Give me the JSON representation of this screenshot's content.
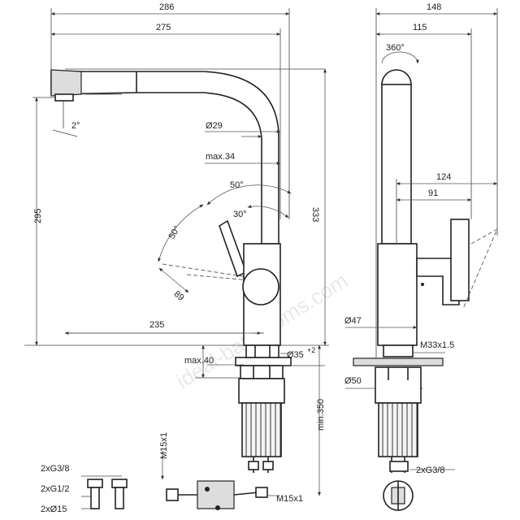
{
  "watermark": "ideal-bathrooms.com",
  "front": {
    "dims": {
      "w286": "286",
      "w275": "275",
      "d29": "Ø29",
      "max34": "max.34",
      "a2": "2°",
      "a50top": "50°",
      "a50left": "50°",
      "a30": "30°",
      "r89": "89",
      "w235": "235",
      "h295": "295",
      "h333": "333",
      "d35": "Ø35",
      "d35tol": "+2",
      "max40": "max.40",
      "min350": "min.350",
      "m15v": "M15x1",
      "m15h": "M15x1"
    },
    "accessories": {
      "g38": "2xG3/8",
      "g12": "2xG1/2",
      "d15": "2xØ15"
    }
  },
  "side": {
    "dims": {
      "w148": "148",
      "w115": "115",
      "a360": "360°",
      "w124": "124",
      "w91": "91",
      "d47": "Ø47",
      "m33": "M33x1.5",
      "d50": "Ø50",
      "g38": "2xG3/8"
    }
  }
}
